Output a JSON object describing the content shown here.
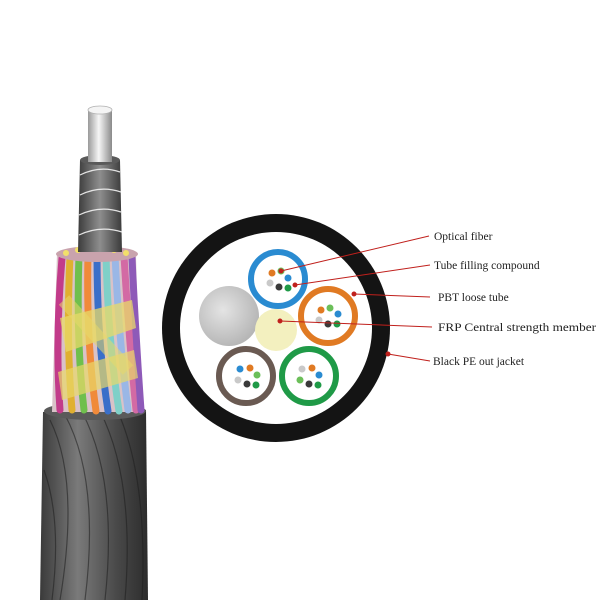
{
  "colors": {
    "jacket": "#141414",
    "leader": "#c0201c",
    "tube_blue": "#2a8bd1",
    "tube_orange": "#e07a23",
    "tube_brown": "#6a5a52",
    "tube_green": "#1f9a47",
    "frp_core": "#f3f0bf",
    "filler": "#c8c8c8"
  },
  "labels": [
    {
      "key": "fiber",
      "text": "Optical fiber"
    },
    {
      "key": "compound",
      "text": "Tube filling compound"
    },
    {
      "key": "tube",
      "text": "PBT loose tube"
    },
    {
      "key": "frp",
      "text": "FRP Central strength member"
    },
    {
      "key": "jacket",
      "text": "Black PE out jacket"
    }
  ]
}
